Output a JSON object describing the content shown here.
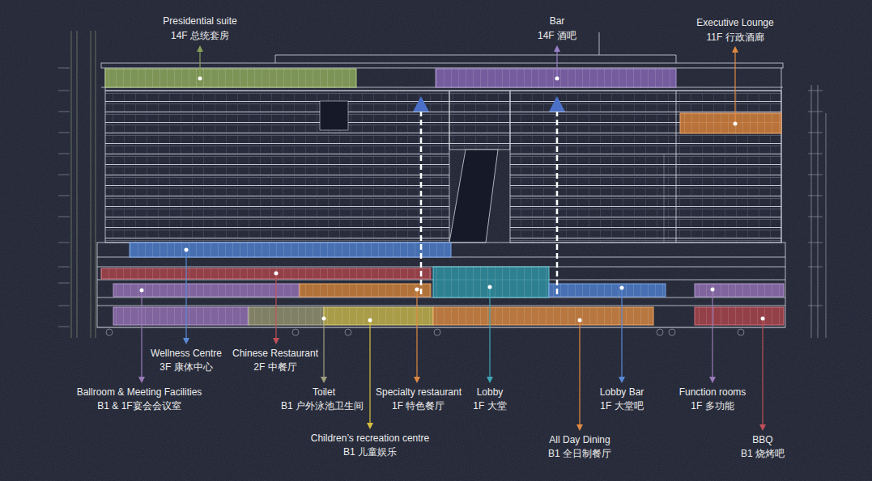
{
  "diagram": {
    "labels": [
      "Presidential suite",
      "14F 总统套房",
      "Bar",
      "14F 酒吧",
      "Executive Lounge",
      "11F 行政酒廊",
      "Wellness Centre",
      "3F 康体中心",
      "Chinese Restaurant",
      "2F 中餐厅",
      "Ballroom & Meeting Facilities",
      "B1 & 1F宴会会议室",
      "Toilet",
      "B1 户外泳池卫生间",
      "Children’s recreation centre",
      "B1 儿童娱乐",
      "Specialty restaurant",
      "1F 特色餐厅",
      "Lobby",
      "1F 大堂",
      "All Day Dining",
      "B1 全日制餐厅",
      "Lobby Bar",
      "1F 大堂吧",
      "Function rooms",
      "1F 多功能",
      "BBQ",
      "B1 烧烤吧"
    ]
  }
}
